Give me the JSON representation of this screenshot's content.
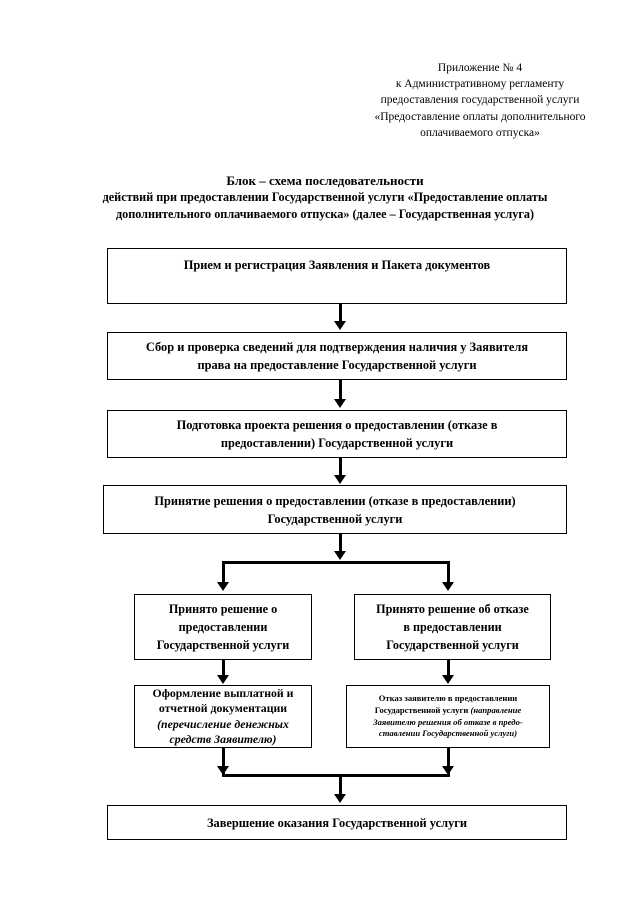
{
  "header": {
    "lines": [
      "Приложение № 4",
      "к Административному регламенту",
      "предоставления государственной услуги",
      "«Предоставление оплаты дополнительного",
      "оплачиваемого отпуска»"
    ]
  },
  "title": {
    "line1": "Блок – схема последовательности",
    "line2": "действий при предоставлении Государственной услуги «Предоставление оплаты",
    "line3": "дополнительного оплачиваемого отпуска» (далее – Государственная услуга)"
  },
  "flowchart": {
    "type": "flowchart",
    "nodes": {
      "intake": {
        "line1": "Прием и регистрация Заявления и Пакета документов"
      },
      "verify": {
        "line1": "Сбор и проверка сведений для подтверждения наличия у Заявителя",
        "line2": "права  на предоставление Государственной услуги"
      },
      "draft": {
        "line1": "Подготовка проекта решения о предоставлении (отказе в",
        "line2": "предоставлении) Государственной услуги"
      },
      "decision": {
        "line1": "Принятие решения о предоставлении (отказе в предоставлении)",
        "line2": "Государственной услуги"
      },
      "approved": {
        "line1": "Принято решение о",
        "line2": "предоставлении",
        "line3": "Государственной услуги"
      },
      "rejected": {
        "line1": "Принято решение об отказе",
        "line2": "в  предоставлении",
        "line3": "Государственной услуги"
      },
      "payment": {
        "line1": "Оформление выплатной и",
        "line2": "отчетной документации",
        "line3": "(перечисление денежных",
        "line4": "средств Заявителю)"
      },
      "refusal": {
        "line1": "Отказ заявителю в предоставлении",
        "line2_bold": "Государственной услуги ",
        "line2_ital": "(направление",
        "line3": "Заявителю решения об отказе в предо-",
        "line4": "ставлении Государственной услуги)"
      },
      "finish": {
        "line1": "Завершение оказания Государственной услуги"
      }
    }
  }
}
